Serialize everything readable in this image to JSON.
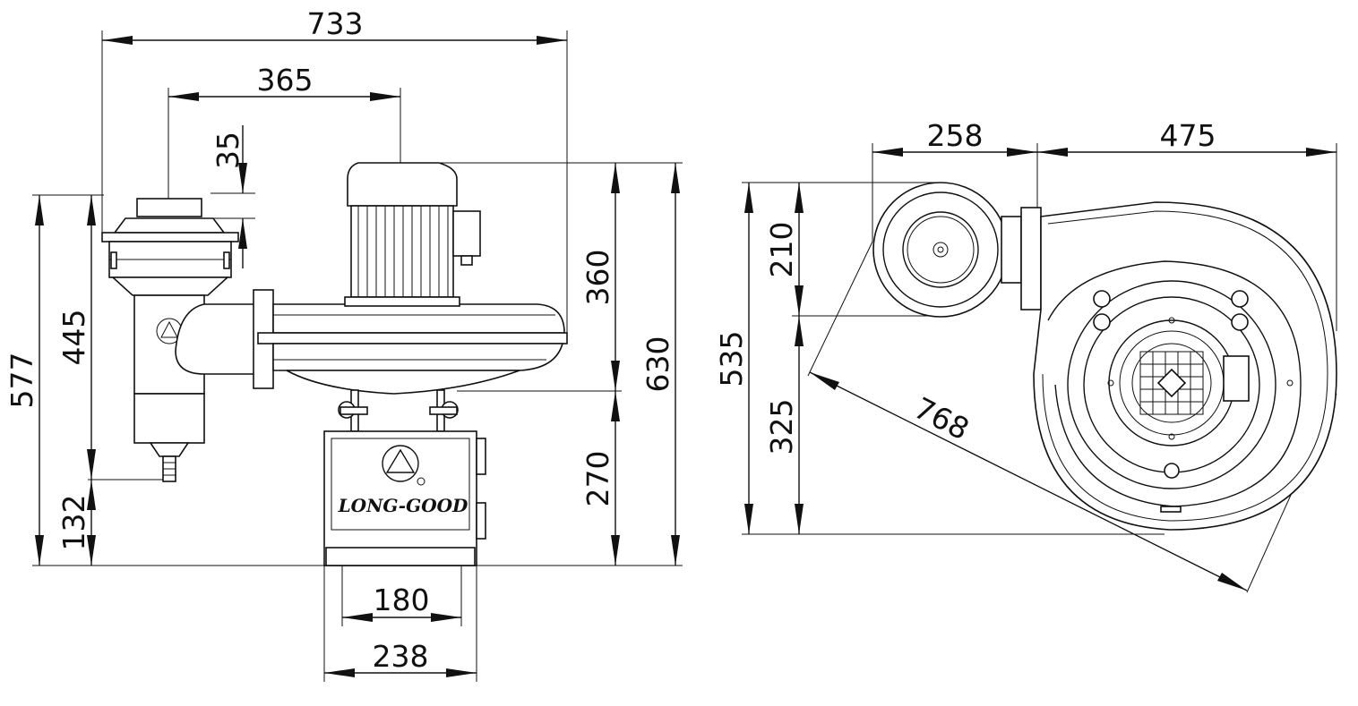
{
  "brand": {
    "name": "LONG-GOOD"
  },
  "side_view": {
    "dimensions": {
      "overall_width": "733",
      "inlet_offset": "365",
      "inlet_flange": "35",
      "total_height": "577",
      "inlet_height": "445",
      "outlet_height": "132",
      "motor_height": "360",
      "overall_height": "630",
      "base_height": "270",
      "base_inner_width": "180",
      "base_outer_width": "238"
    }
  },
  "front_view": {
    "dimensions": {
      "inlet_width": "258",
      "housing_width": "475",
      "inlet_diameter": "210",
      "total_height": "535",
      "lower_height": "325",
      "diagonal": "768"
    }
  }
}
